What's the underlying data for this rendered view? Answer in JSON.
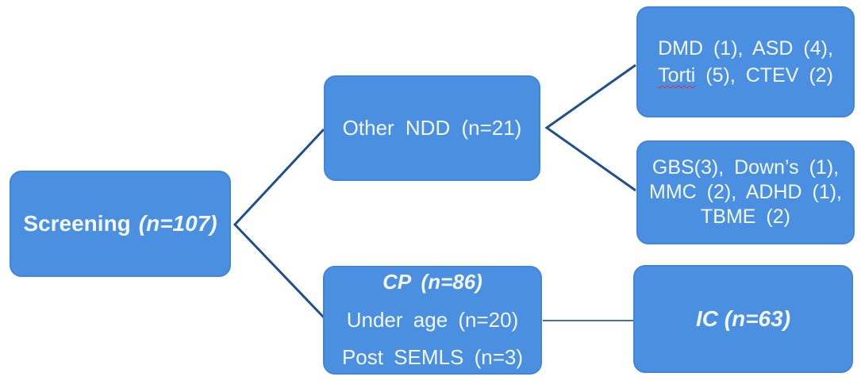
{
  "diagram": {
    "type": "flowchart",
    "description": "Participant screening flow diagram",
    "colors": {
      "box_fill": "#4a8fe0",
      "box_border": "#4186da",
      "box_text": "#f2f7fd",
      "connector_dark": "#1f4f8e",
      "connector_thin": "#44759f",
      "misspell_underline": "#e03038",
      "background": "#ffffff"
    }
  },
  "nodes": {
    "screening": {
      "main": "Screening",
      "stat": "(n=107)"
    },
    "other_ndd": {
      "label": "Other NDD (n=21)"
    },
    "cp": {
      "line1": "CP (n=86)",
      "line2": "Under age (n=20)",
      "line3": "Post SEMLS (n=3)"
    },
    "dmd": {
      "line1": "DMD (1), ASD (4),",
      "line2_misspelled_word": "Torti",
      "line2_rest": " (5), CTEV (2)"
    },
    "gbs": {
      "line1": "GBS(3), Down’s (1),",
      "line2": "MMC (2), ADHD (1),",
      "line3": "TBME (2)"
    },
    "ic": {
      "label": "IC (n=63)"
    }
  }
}
